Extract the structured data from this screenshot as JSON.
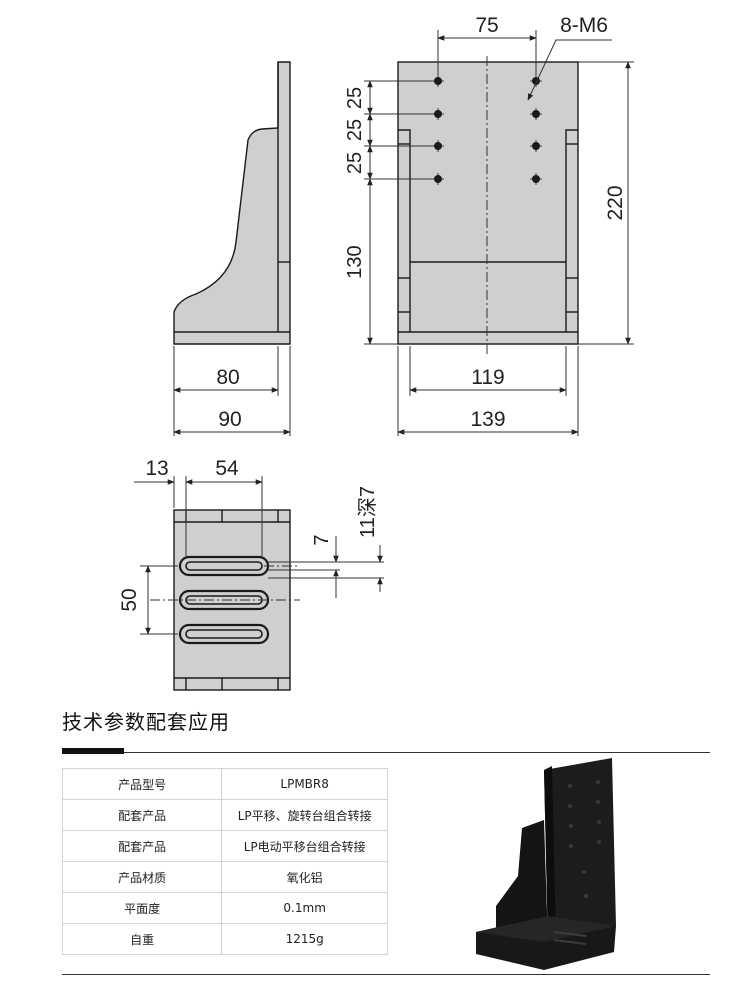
{
  "drawing": {
    "dims": {
      "top_hole_spacing": "75",
      "holes": "8-M6",
      "pitch_1": "25",
      "pitch_2": "25",
      "pitch_3": "25",
      "lower": "130",
      "height": "220",
      "side_inner": "80",
      "side_outer": "90",
      "front_inner": "119",
      "front_outer": "139",
      "bottom_offset": "13",
      "bottom_slot_length": "54",
      "slot_spacing": "50",
      "slot_width": "7",
      "slot_depth": "11深7"
    }
  },
  "section": {
    "title": "技术参数配套应用"
  },
  "specs": [
    {
      "key": "产品型号",
      "value": "LPMBR8"
    },
    {
      "key": "配套产品",
      "value": "LP平移、旋转台组合转接"
    },
    {
      "key": "配套产品",
      "value": "LP电动平移台组合转接"
    },
    {
      "key": "产品材质",
      "value": "氧化铝"
    },
    {
      "key": "平面度",
      "value": "0.1mm"
    },
    {
      "key": "自重",
      "value": "1215g"
    }
  ],
  "colors": {
    "part_fill": "#cfcfcf",
    "outline": "#1a1a1a",
    "dimension_line": "#333333",
    "product_photo": "#151515"
  }
}
